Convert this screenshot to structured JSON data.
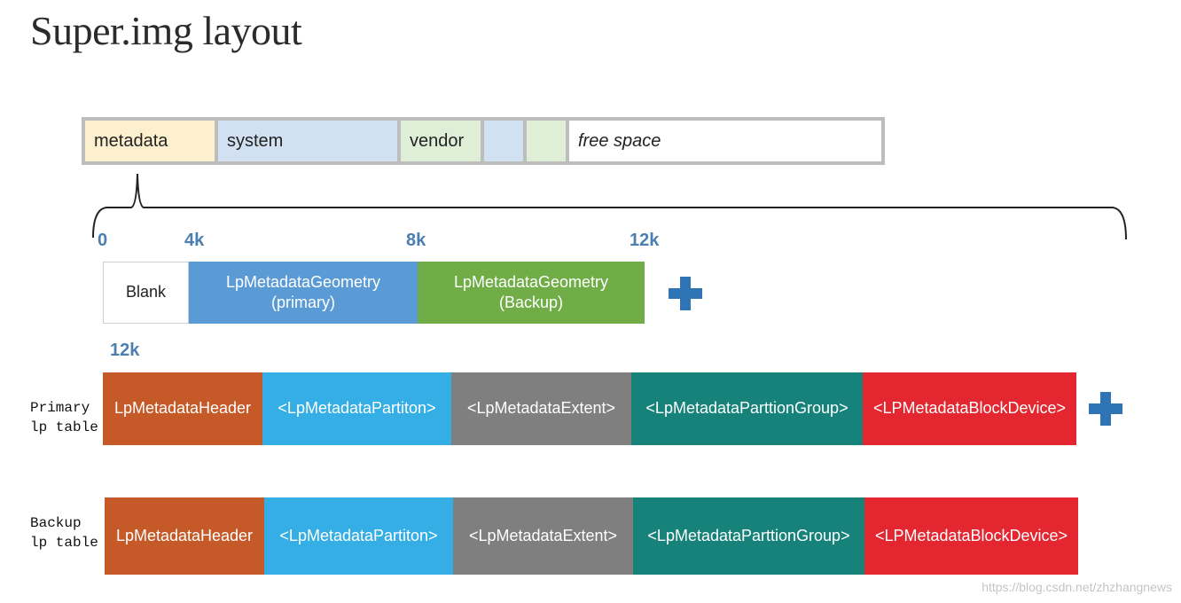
{
  "title": "Super.img layout",
  "partitions": [
    {
      "label": "metadata",
      "color": "#fdf0cf",
      "free": false
    },
    {
      "label": "system",
      "color": "#d1e1f2",
      "free": false
    },
    {
      "label": "vendor",
      "color": "#dfeed6",
      "free": false
    },
    {
      "label": "",
      "color": "#d1e1f2",
      "free": false
    },
    {
      "label": "",
      "color": "#dfeed6",
      "free": false
    },
    {
      "label": "free space",
      "color": "#ffffff",
      "free": true
    }
  ],
  "offsets": [
    "0",
    "4k",
    "8k",
    "12k"
  ],
  "metadata_row": [
    {
      "label": "Blank",
      "color": "#ffffff"
    },
    {
      "label": "LpMetadataGeometry\n(primary)",
      "color": "#5b9bd5"
    },
    {
      "label": "LpMetadataGeometry\n(Backup)",
      "color": "#70ad47"
    }
  ],
  "table_offset": "12k",
  "primary_label": "Primary\nlp table",
  "backup_label": "Backup\nlp table",
  "lp_table": [
    {
      "label": "LpMetadataHeader",
      "color": "#c55a28"
    },
    {
      "label": "<LpMetadataPartiton>",
      "color": "#34aee4"
    },
    {
      "label": "<LpMetadataExtent>",
      "color": "#7f7f7f"
    },
    {
      "label": "<LpMetadataParttionGroup>",
      "color": "#16827a"
    },
    {
      "label": "<LPMetadataBlockDevice>",
      "color": "#e32630"
    }
  ],
  "watermark": "https://blog.csdn.net/zhzhangnews"
}
